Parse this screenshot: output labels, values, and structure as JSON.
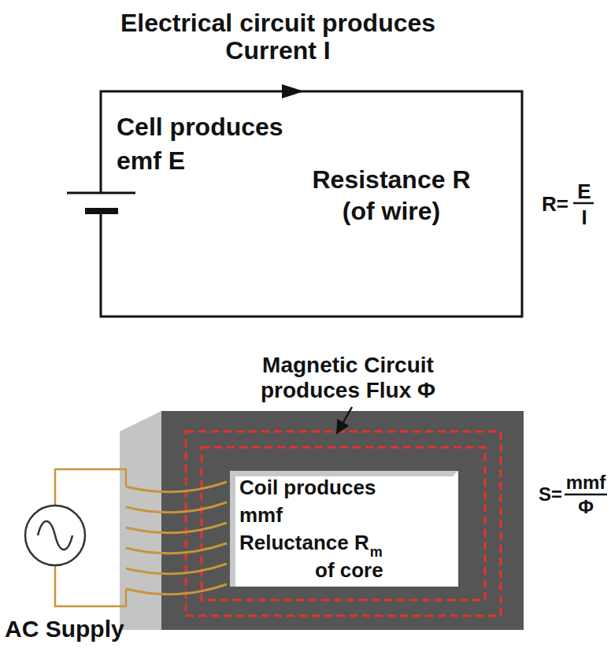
{
  "diagram": {
    "labels": [
      "Electrical circuit produces Current I",
      "Cell produces emf E",
      "Resistance R (of wire)",
      "R=",
      "E",
      "I",
      "Magnetic Circuit produces Flux Φ",
      "Coil produces mmf",
      "Reluctance R",
      "m",
      "of core",
      "S=",
      "mmf",
      "Φ",
      "AC Supply"
    ]
  }
}
